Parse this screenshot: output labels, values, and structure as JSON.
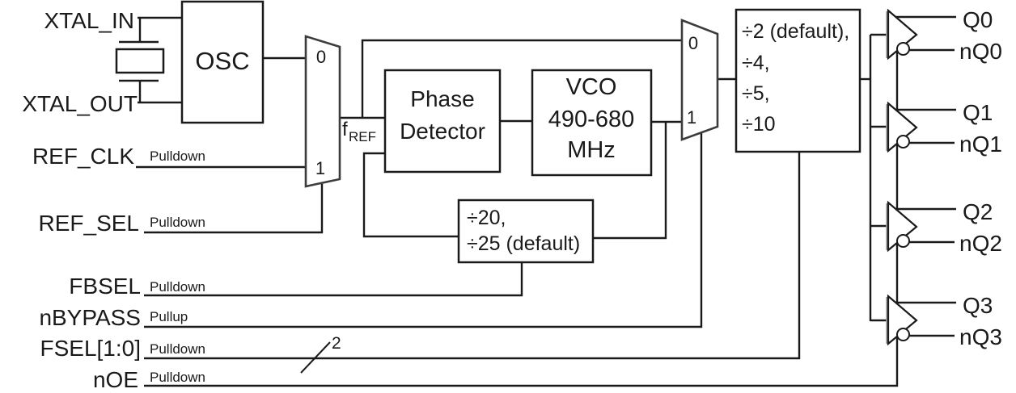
{
  "colors": {
    "background": "#ffffff",
    "line": "#1a1a1a",
    "mux_line": "#3c3c3c",
    "buffer_accent": "#9a9a9a"
  },
  "pins": {
    "xtal_in": {
      "name": "XTAL_IN"
    },
    "xtal_out": {
      "name": "XTAL_OUT"
    },
    "ref_clk": {
      "name": "REF_CLK",
      "resistor": "Pulldown"
    },
    "ref_sel": {
      "name": "REF_SEL",
      "resistor": "Pulldown"
    },
    "fbsel": {
      "name": "FBSEL",
      "resistor": "Pulldown"
    },
    "nbypass": {
      "name": "nBYPASS",
      "resistor": "Pullup"
    },
    "fsel": {
      "name": "FSEL[1:0]",
      "resistor": "Pulldown",
      "bus_width": "2"
    },
    "noe": {
      "name": "nOE",
      "resistor": "Pulldown"
    }
  },
  "blocks": {
    "osc": {
      "label": "OSC"
    },
    "phase_detector": {
      "line1": "Phase",
      "line2": "Detector"
    },
    "vco": {
      "line1": "VCO",
      "line2": "490-680",
      "line3": "MHz"
    },
    "feedback_divider": {
      "line1": "÷20,",
      "line2": "÷25 (default)"
    },
    "output_divider": {
      "line1": "÷2 (default),",
      "line2": "÷4,",
      "line3": "÷5,",
      "line4": "÷10"
    }
  },
  "muxes": {
    "ref_mux": {
      "input0": "0",
      "input1": "1"
    },
    "bypass_mux": {
      "input0": "0",
      "input1": "1"
    }
  },
  "nets": {
    "fref_symbol": "f",
    "fref_subscript": "REF"
  },
  "outputs": [
    {
      "q": "Q0",
      "nq": "nQ0"
    },
    {
      "q": "Q1",
      "nq": "nQ1"
    },
    {
      "q": "Q2",
      "nq": "nQ2"
    },
    {
      "q": "Q3",
      "nq": "nQ3"
    }
  ]
}
